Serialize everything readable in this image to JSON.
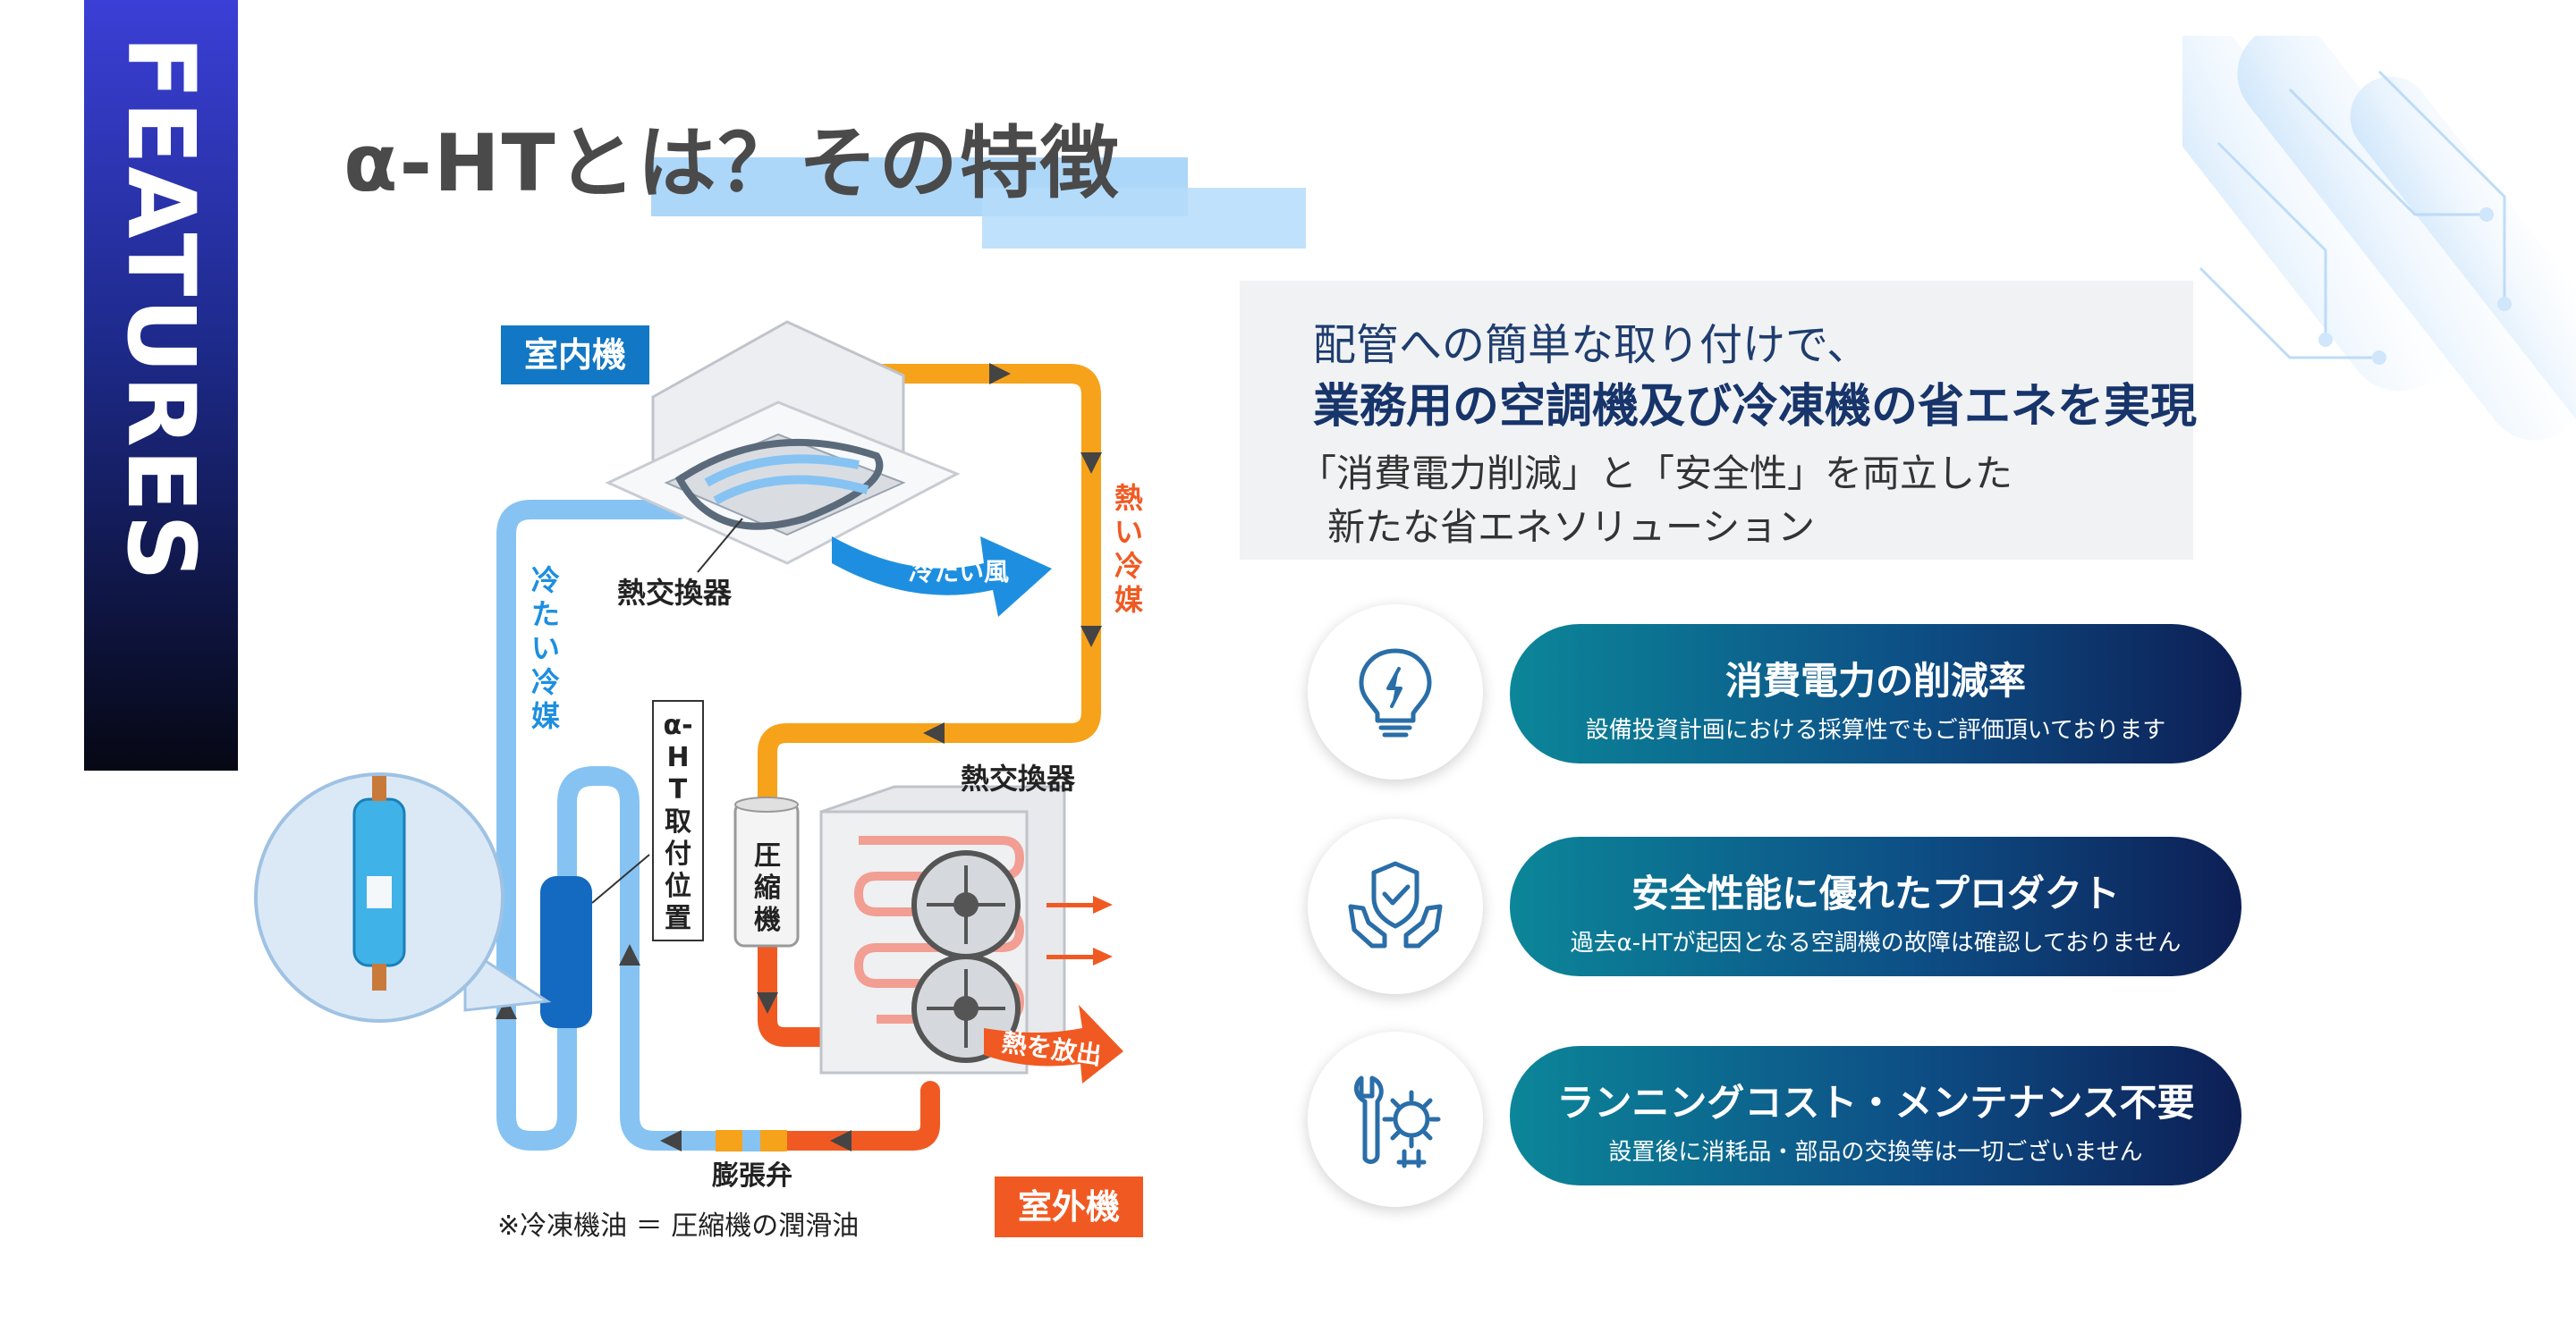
{
  "side_banner": {
    "text": "FEATURES"
  },
  "title": "α-HTとは？その特徴",
  "intro": {
    "line1": "配管への簡単な取り付けで、",
    "line2": "業務用の空調機及び冷凍機の省エネを実現",
    "line3": "「消費電力削減」と「安全性」を両立した",
    "line4": "新たな省エネソリューション"
  },
  "features": [
    {
      "title": "消費電力の削減率",
      "desc": "設備投資計画における採算性でもご評価頂いております",
      "icon": "lightbulb-icon"
    },
    {
      "title": "安全性能に優れたプロダクト",
      "desc": "過去α-HTが起因となる空調機の故障は確認しておりません",
      "icon": "shield-hands-icon"
    },
    {
      "title": "ランニングコスト・メンテナンス不要",
      "desc": "設置後に消耗品・部品の交換等は一切ございません",
      "icon": "wrench-gear-icon"
    }
  ],
  "diagram": {
    "indoor_unit": "室内機",
    "outdoor_unit": "室外機",
    "indoor_heat_exchanger": "熱交換器",
    "outdoor_heat_exchanger": "熱交換器",
    "cold_air": "冷たい風",
    "hot_refrigerant": "熱い冷媒",
    "cold_refrigerant": "冷たい冷媒",
    "mount_position": "α-HT取付位置",
    "compressor": "圧縮機",
    "expansion_valve": "膨張弁",
    "heat_release": "熱を放出",
    "note": "※冷凍機油 ＝ 圧縮機の潤滑油",
    "colors": {
      "cold": "#86c3f3",
      "hot": "#f7a21b",
      "very_hot": "#f05a22",
      "blue_tag": "#1277c4",
      "orange_tag": "#f05a22"
    }
  }
}
